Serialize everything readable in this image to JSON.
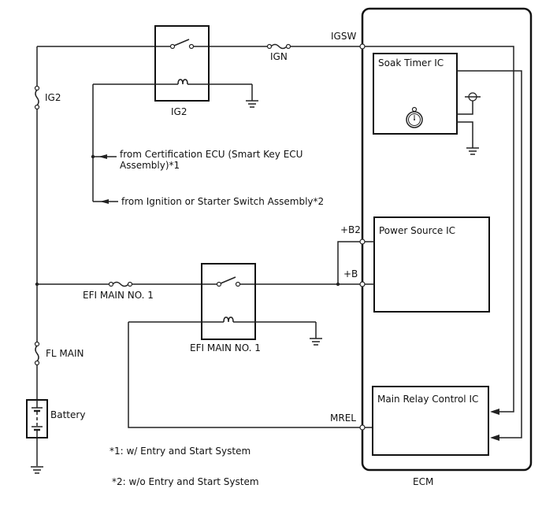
{
  "diagram": {
    "ecm_label": "ECM",
    "ics": {
      "soak_timer": "Soak Timer IC",
      "power_source": "Power Source IC",
      "main_relay_control": "Main Relay Control IC"
    },
    "terminals": {
      "igsw": "IGSW",
      "b2": "+B2",
      "b": "+B",
      "mrel": "MREL"
    },
    "fuses": {
      "ig2": "IG2",
      "ign": "IGN",
      "efi_main_1": "EFI MAIN NO. 1",
      "fl_main": "FL MAIN"
    },
    "relays": {
      "ig2": "IG2",
      "efi_main_1": "EFI MAIN NO. 1"
    },
    "battery": "Battery",
    "inputs": {
      "cert_ecu_line1": "from Certification ECU (Smart Key ECU",
      "cert_ecu_line2": "Assembly)*1",
      "ign_switch": "from Ignition or Starter Switch Assembly*2"
    },
    "notes": {
      "note1": "*1: w/ Entry and Start System",
      "note2": "*2: w/o Entry and Start System"
    }
  }
}
